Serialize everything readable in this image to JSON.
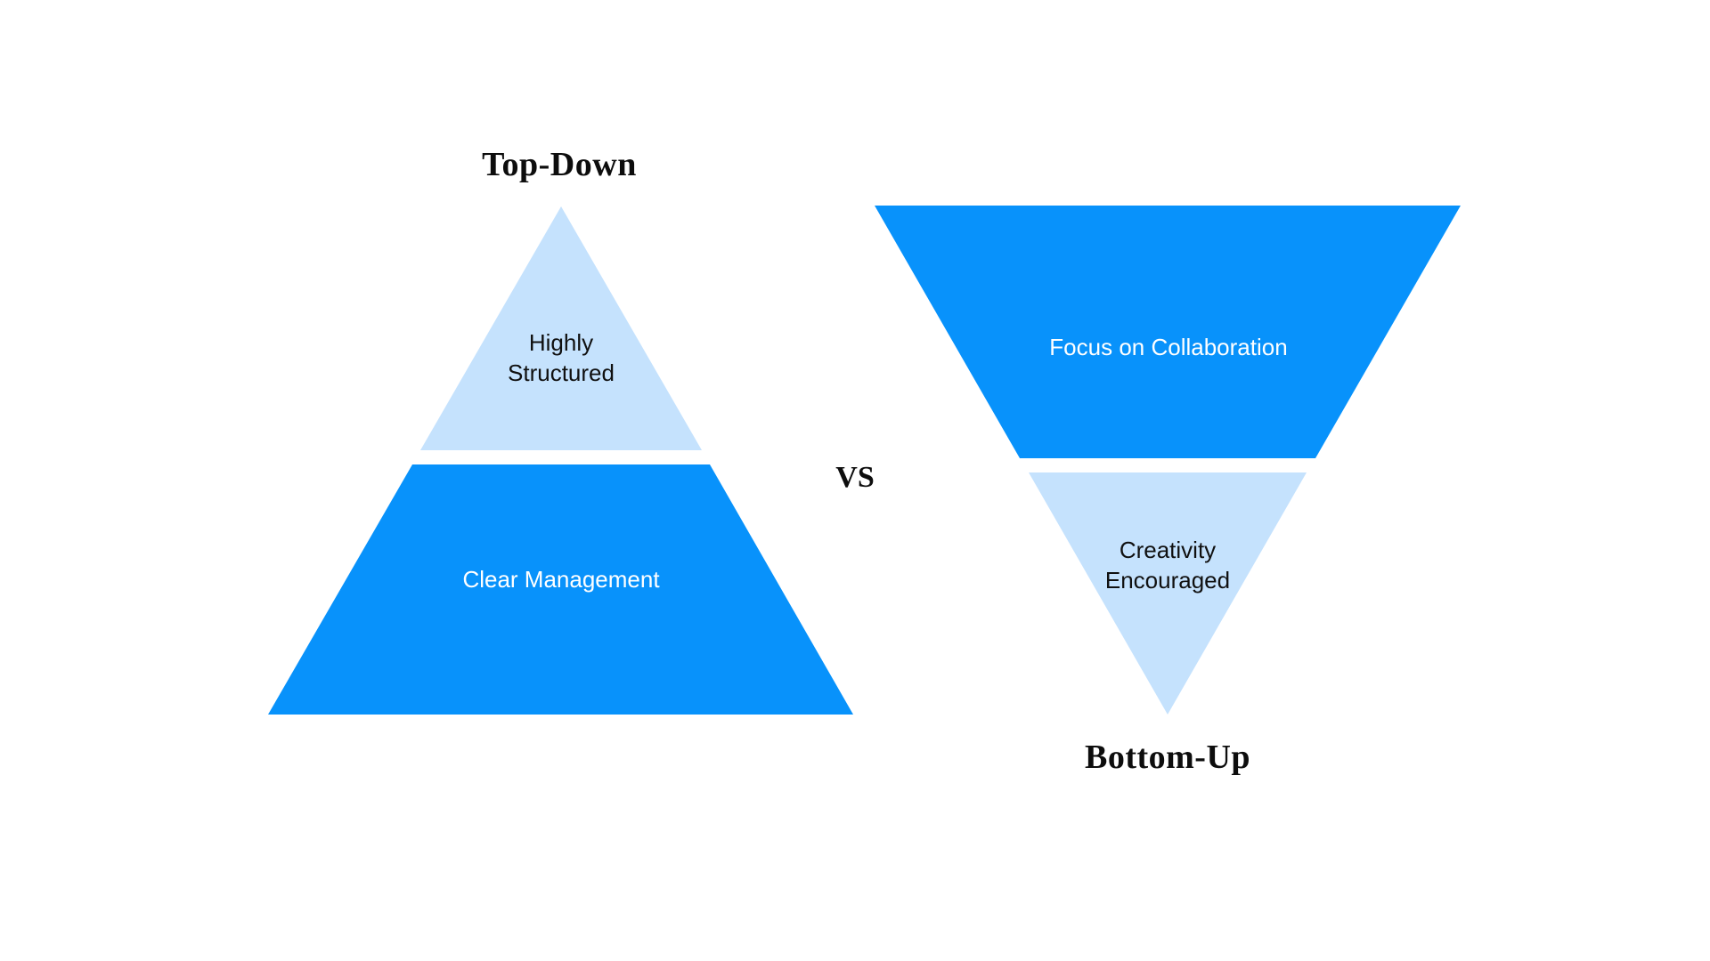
{
  "colors": {
    "primary_blue": "#0892FB",
    "light_blue": "#C5E2FD",
    "text_dark": "#0d0d0d",
    "text_light": "#ffffff",
    "background": "#ffffff"
  },
  "versus_label": "VS",
  "left_pyramid": {
    "title": "Top-Down",
    "top_section": {
      "lines": [
        "Highly",
        "Structured"
      ]
    },
    "bottom_section": {
      "label": "Clear Management"
    }
  },
  "right_pyramid": {
    "title": "Bottom-Up",
    "top_section": {
      "label": "Focus on Collaboration"
    },
    "bottom_section": {
      "lines": [
        "Creativity",
        "Encouraged"
      ]
    }
  }
}
